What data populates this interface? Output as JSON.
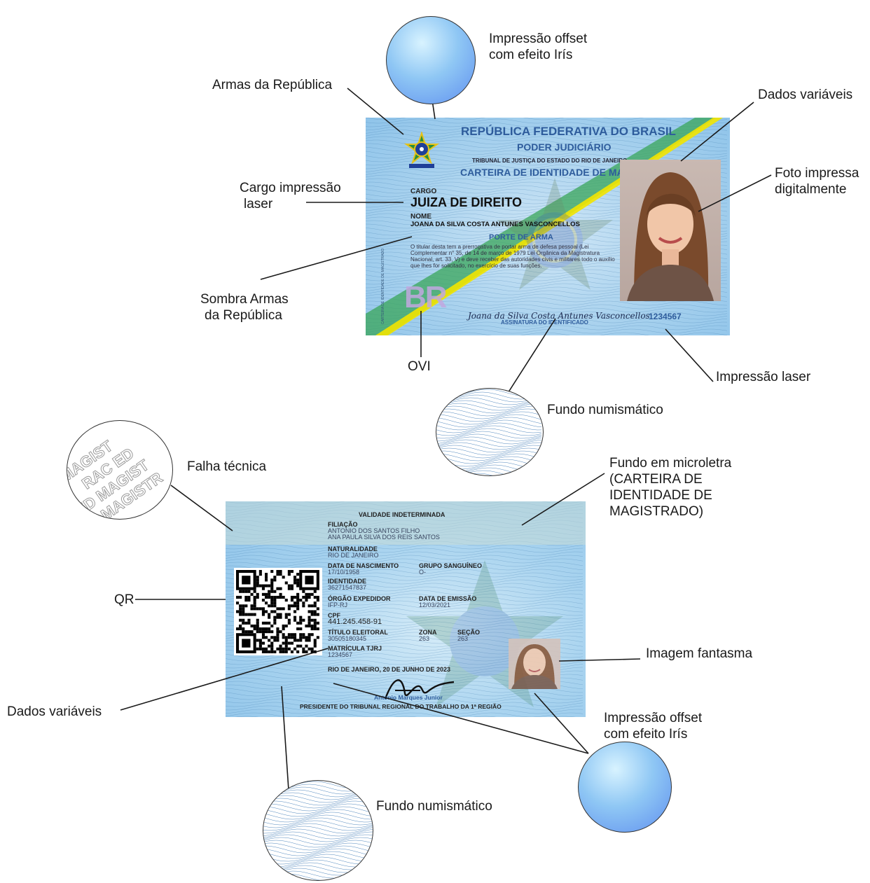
{
  "colors": {
    "iris_light": "#d8f3ff",
    "iris_dark": "#5f8ff0",
    "card_blue": "#a9d2ee",
    "header_blue": "#2e5c9c",
    "flag_green": "#3aa65a",
    "flag_yellow": "#f2e400"
  },
  "labels": {
    "armas": "Armas da República",
    "impressao_offset_top": [
      "Impressão offset",
      "com efeito Irís"
    ],
    "dados_variaveis_top": "Dados variáveis",
    "foto_impressa": [
      "Foto impressa",
      "digitalmente"
    ],
    "cargo_laser": [
      "Cargo impressão",
      "laser"
    ],
    "sombra_armas": [
      "Sombra Armas",
      "da República"
    ],
    "ovi": "OVI",
    "impressao_laser": "Impressão laser",
    "fundo_numismatico_top": "Fundo numismático",
    "falha_tecnica": "Falha técnica",
    "fundo_microletra": [
      "Fundo em microletra",
      "(CARTEIRA DE",
      "IDENTIDADE DE",
      " MAGISTRADO)"
    ],
    "qr": "QR",
    "imagem_fantasma": "Imagem fantasma",
    "dados_variaveis_bottom": "Dados variáveis",
    "impressao_offset_bottom": [
      "Impressão offset",
      "com efeito Irís"
    ],
    "fundo_numismatico_bottom": "Fundo numismático"
  },
  "falha_tecnica_text": [
    "MAGIST",
    "RAC ED",
    "ED MAGIST",
    "DE MAGISTR"
  ],
  "front": {
    "title": "REPÚBLICA FEDERATIVA DO BRASIL",
    "subtitle": "PODER JUDICIÁRIO",
    "tribunal": "TRIBUNAL DE JUSTIÇA DO ESTADO DO RIO DE JANEIRO",
    "card_type": "CARTEIRA DE IDENTIDADE DE MAGISTRADO",
    "cargo_label": "CARGO",
    "cargo_value": "JUIZA DE DIREITO",
    "nome_label": "NOME",
    "nome_value": "JOANA DA SILVA COSTA ANTUNES VASCONCELLOS",
    "porte": "PORTE DE ARMA",
    "porte_text": "O titular desta tem a prerrogativa de portar arma de defesa pessoal (Lei Complementar n° 35, de 14 de março de 1979 Lei Orgânica da Magistratura Nacional, art. 33, V) e deve receber das autoridades civis e militares todo o auxílio que lhes for solicitado, no exercício de suas funções.",
    "ovi": "BR",
    "signature": "Joana da Silva Costa Antunes Vasconcellos",
    "assinatura_label": "ASSINATURA DO IDENTIFICADO",
    "number": "1234567"
  },
  "back": {
    "validade": "VALIDADE INDETERMINADA",
    "filiacao_label": "FILIAÇÃO",
    "filiacao_1": "ANTONIO DOS SANTOS FILHO",
    "filiacao_2": "ANA PAULA SILVA DOS REIS SANTOS",
    "naturalidade_label": "NATURALIDADE",
    "naturalidade_value": "RIO DE JANEIRO",
    "nascimento_label": "DATA DE NASCIMENTO",
    "nascimento_value": "17/10/1958",
    "sangue_label": "GRUPO SANGUÍNEO",
    "sangue_value": "O-",
    "identidade_label": "IDENTIDADE",
    "identidade_value": "36271547837",
    "orgao_label": "ÓRGÃO EXPEDIDOR",
    "orgao_value": "IFP-RJ",
    "emissao_label": "DATA DE EMISSÃO",
    "emissao_value": "12/03/2021",
    "cpf_label": "CPF",
    "cpf_value": "441.245.458-91",
    "titulo_label": "TÍTULO ELEITORAL",
    "titulo_value": "30505180345",
    "zona_label": "ZONA",
    "zona_value": "263",
    "secao_label": "SEÇÃO",
    "secao_value": "263",
    "matricula_label": "MATRÍCULA TJRJ",
    "matricula_value": "1234567",
    "local_data": "RIO DE JANEIRO, 20 DE JUNHO DE 2023",
    "presidente_nome": "Antonio Marques Junior",
    "presidente_cargo": "PRESIDENTE DO TRIBUNAL REGIONAL DO TRABALHO DA 1ª REGIÃO"
  }
}
